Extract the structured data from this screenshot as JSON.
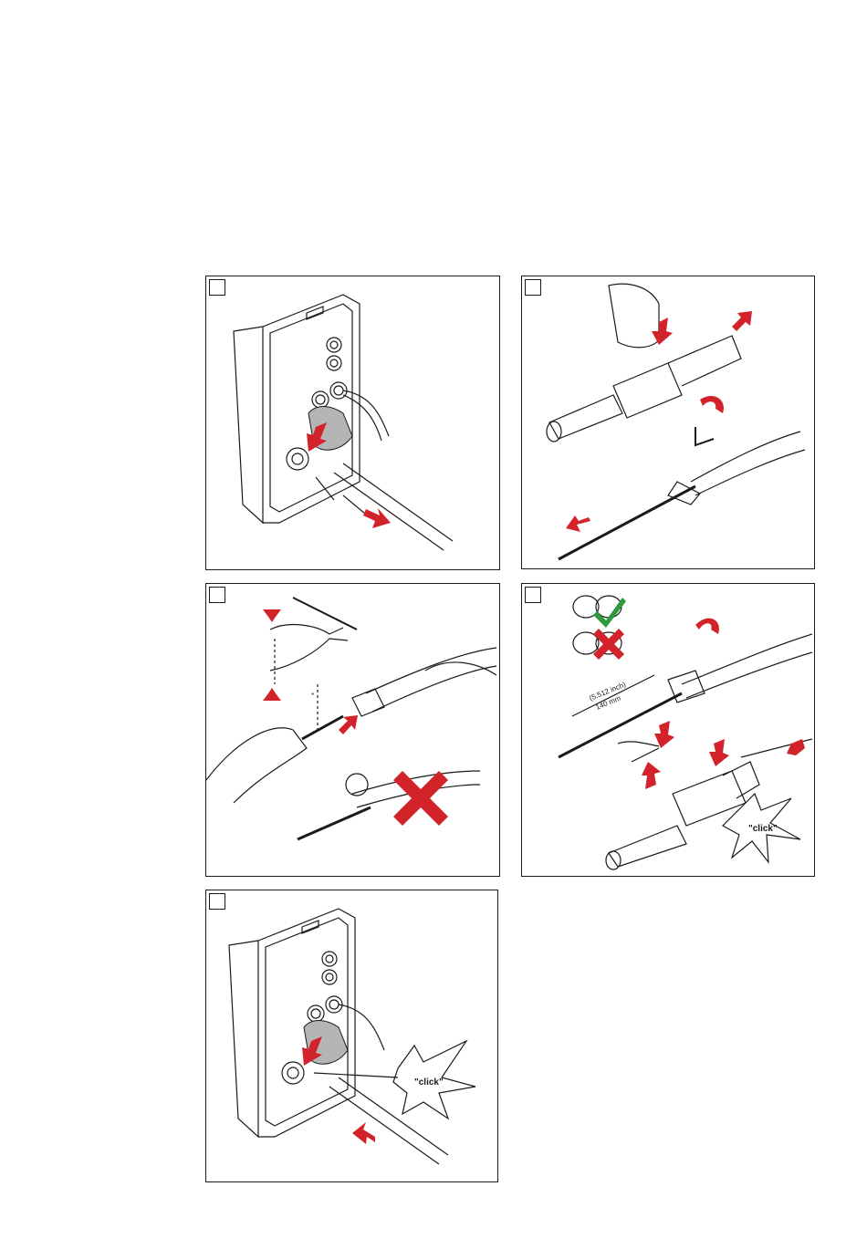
{
  "steps": [
    {
      "id": 1,
      "label": ""
    },
    {
      "id": 2,
      "label": ""
    },
    {
      "id": 3,
      "label": ""
    },
    {
      "id": 4,
      "label": ""
    },
    {
      "id": 5,
      "label": ""
    }
  ],
  "labels": {
    "click_4": "\"click\"",
    "click_5": "\"click\"",
    "dim_inch": "(5.512 inch)",
    "dim_mm": "140 mm",
    "asterisk": "*"
  },
  "colors": {
    "arrow_red": "#d2232a",
    "check_green": "#2e9a3b",
    "cross_red": "#d2232a",
    "line": "#1a1a1a",
    "hand_gray": "#b5b5b5"
  }
}
